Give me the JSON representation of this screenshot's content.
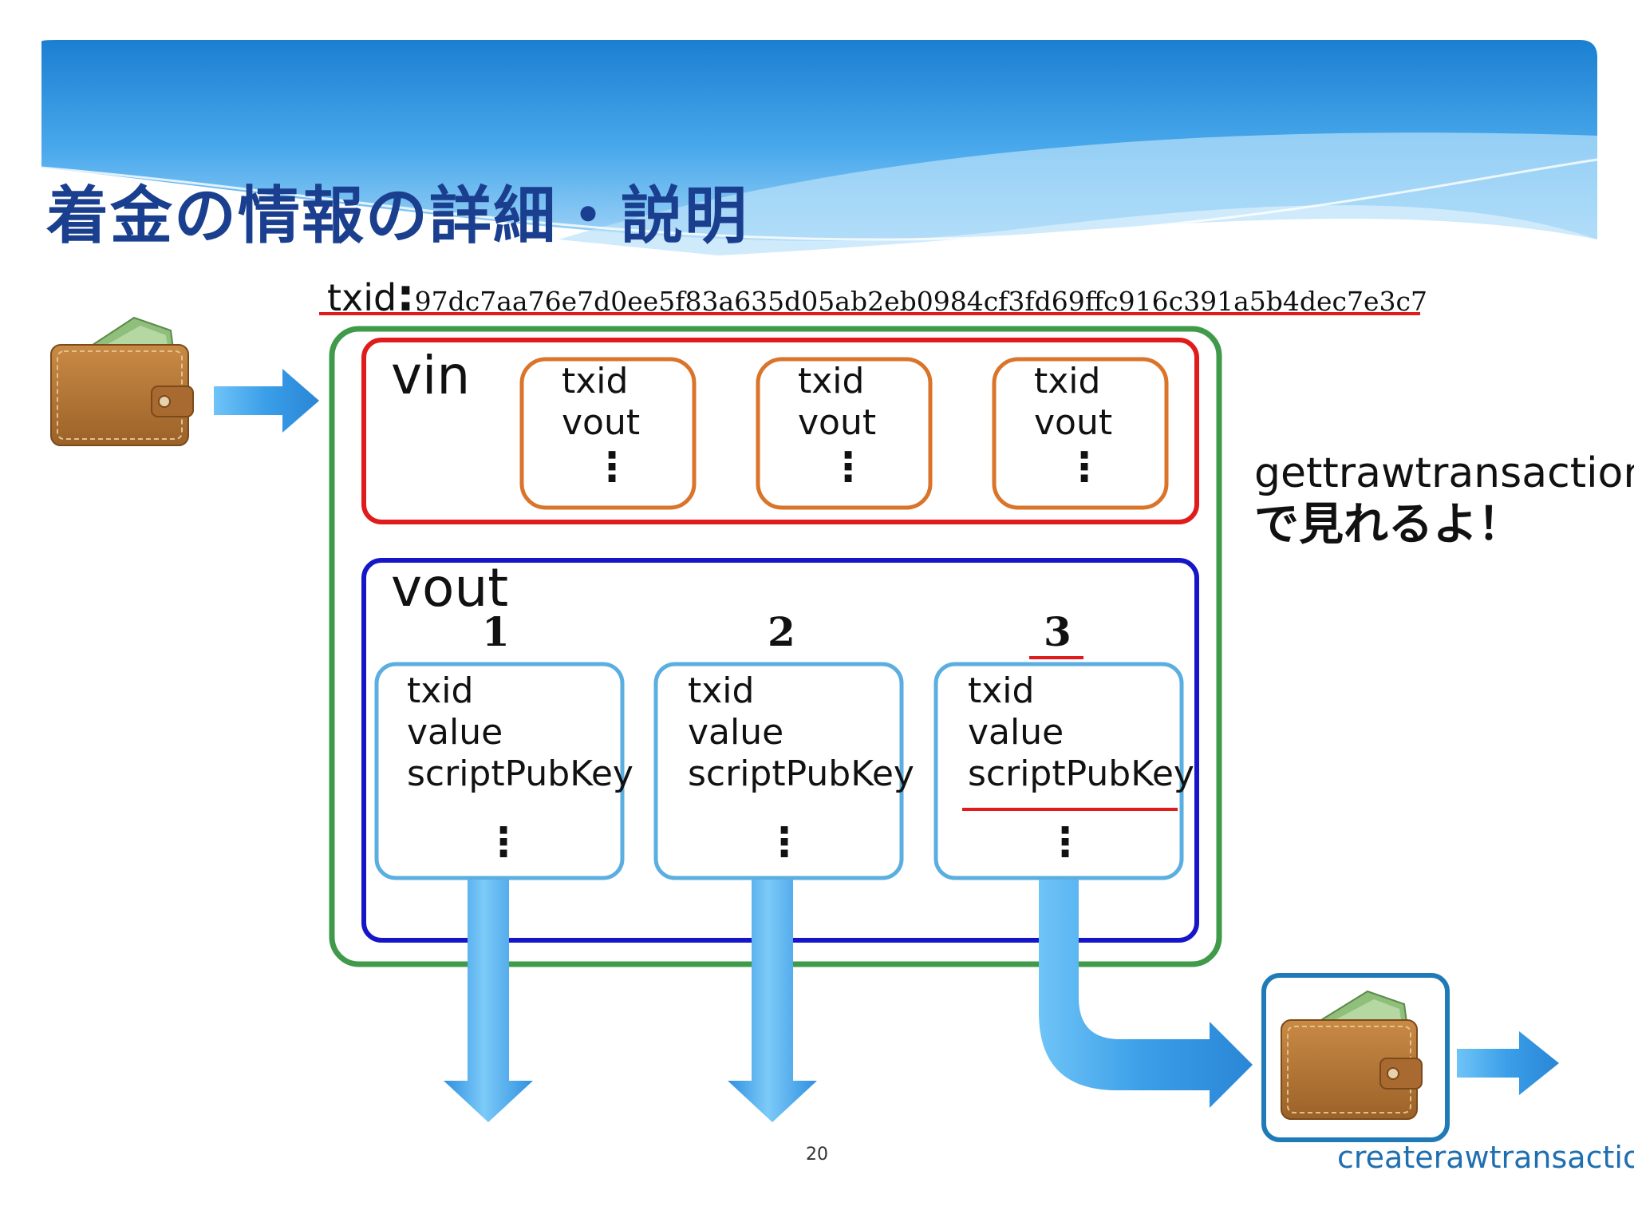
{
  "slide": {
    "title": "着金の情報の詳細・説明",
    "txid_label": "txid",
    "txid_separator": ":",
    "txid_value": "97dc7aa76e7d0ee5f83a635d05ab2eb0984cf3fd69ffc916c391a5b4dec7e3c7",
    "vin": {
      "label": "vin",
      "inputs": [
        {
          "line1": "txid",
          "line2": "vout",
          "more": "⋮"
        },
        {
          "line1": "txid",
          "line2": "vout",
          "more": "⋮"
        },
        {
          "line1": "txid",
          "line2": "vout",
          "more": "⋮"
        }
      ]
    },
    "vout": {
      "label": "vout",
      "outputs": [
        {
          "index": "1",
          "line1": "txid",
          "line2": "value",
          "line3": "scriptPubKey",
          "more": "⋮"
        },
        {
          "index": "2",
          "line1": "txid",
          "line2": "value",
          "line3": "scriptPubKey",
          "more": "⋮"
        },
        {
          "index": "3",
          "line1": "txid",
          "line2": "value",
          "line3": "scriptPubKey",
          "more": "⋮"
        }
      ]
    },
    "note": {
      "line1": "gettrawtransaction",
      "line2": "で見れるよ！"
    },
    "create_label": "createrawtransaction",
    "page_number": "20",
    "colors": {
      "outer_box": "#3f9a4a",
      "vin_box": "#e01b1b",
      "vout_box": "#1616c8",
      "input_box": "#d9742a",
      "output_box": "#5aaee0",
      "arrow": "#3a9ee8",
      "title": "#1b3f8f",
      "underline": "#e01b1b",
      "wallet_frame": "#1f7bb8"
    },
    "icons": [
      "wallet-icon",
      "money-icon",
      "arrow-icon"
    ]
  }
}
